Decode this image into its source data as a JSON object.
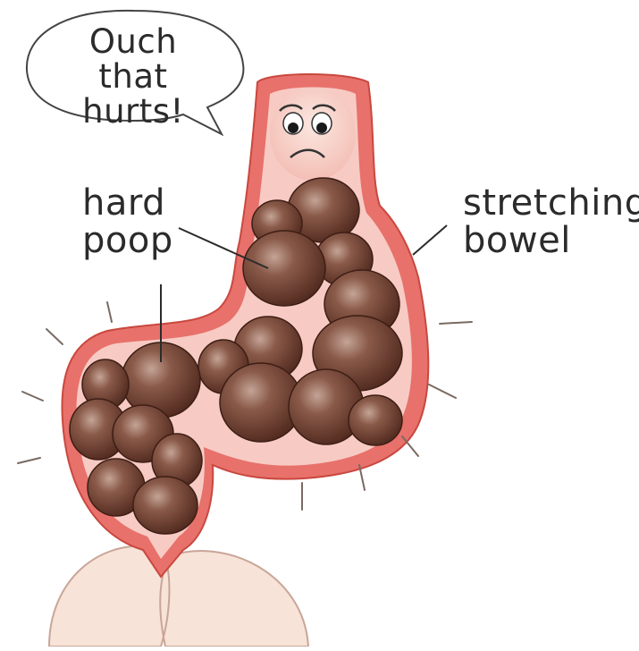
{
  "speech": {
    "line1": "Ouch",
    "line2": "that hurts!"
  },
  "labels": {
    "hard_line1": "hard",
    "hard_line2": "poop",
    "stretch_line1": "stretching",
    "stretch_line2": "bowel"
  },
  "colors": {
    "bowel_wall": "#e8716b",
    "bowel_inner": "#f7cbc4",
    "skin": "#f7e3d8",
    "poop": "#6b3a2c",
    "poop_highlight": "#b48f80",
    "ink": "#2b2b2b"
  }
}
